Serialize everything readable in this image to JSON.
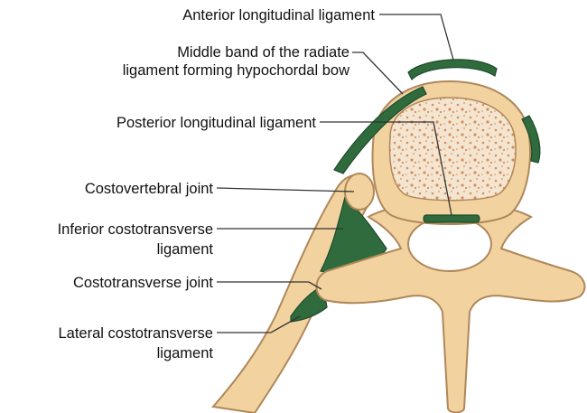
{
  "labels": {
    "anterior_longitudinal": "Anterior longitudinal ligament",
    "radiate_line1": "Middle band of the radiate",
    "radiate_line2": "ligament forming hypochordal bow",
    "posterior_longitudinal": "Posterior longitudinal ligament",
    "costovertebral_joint": "Costovertebral joint",
    "inferior_costotransverse_line1": "Inferior costotransverse",
    "inferior_costotransverse_line2": "ligament",
    "costotransverse_joint": "Costotransverse joint",
    "lateral_costotransverse_line1": "Lateral costotransverse",
    "lateral_costotransverse_line2": "ligament"
  },
  "colors": {
    "bone": "#F2D3A0",
    "bone_outline": "#B0875A",
    "marrow": "#F4E5D0",
    "marrow_speckle": "#C9733A",
    "ligament": "#2F6B3D",
    "ligament_outline": "#1E4A2A",
    "leader_line": "#333333",
    "text": "#111111"
  }
}
